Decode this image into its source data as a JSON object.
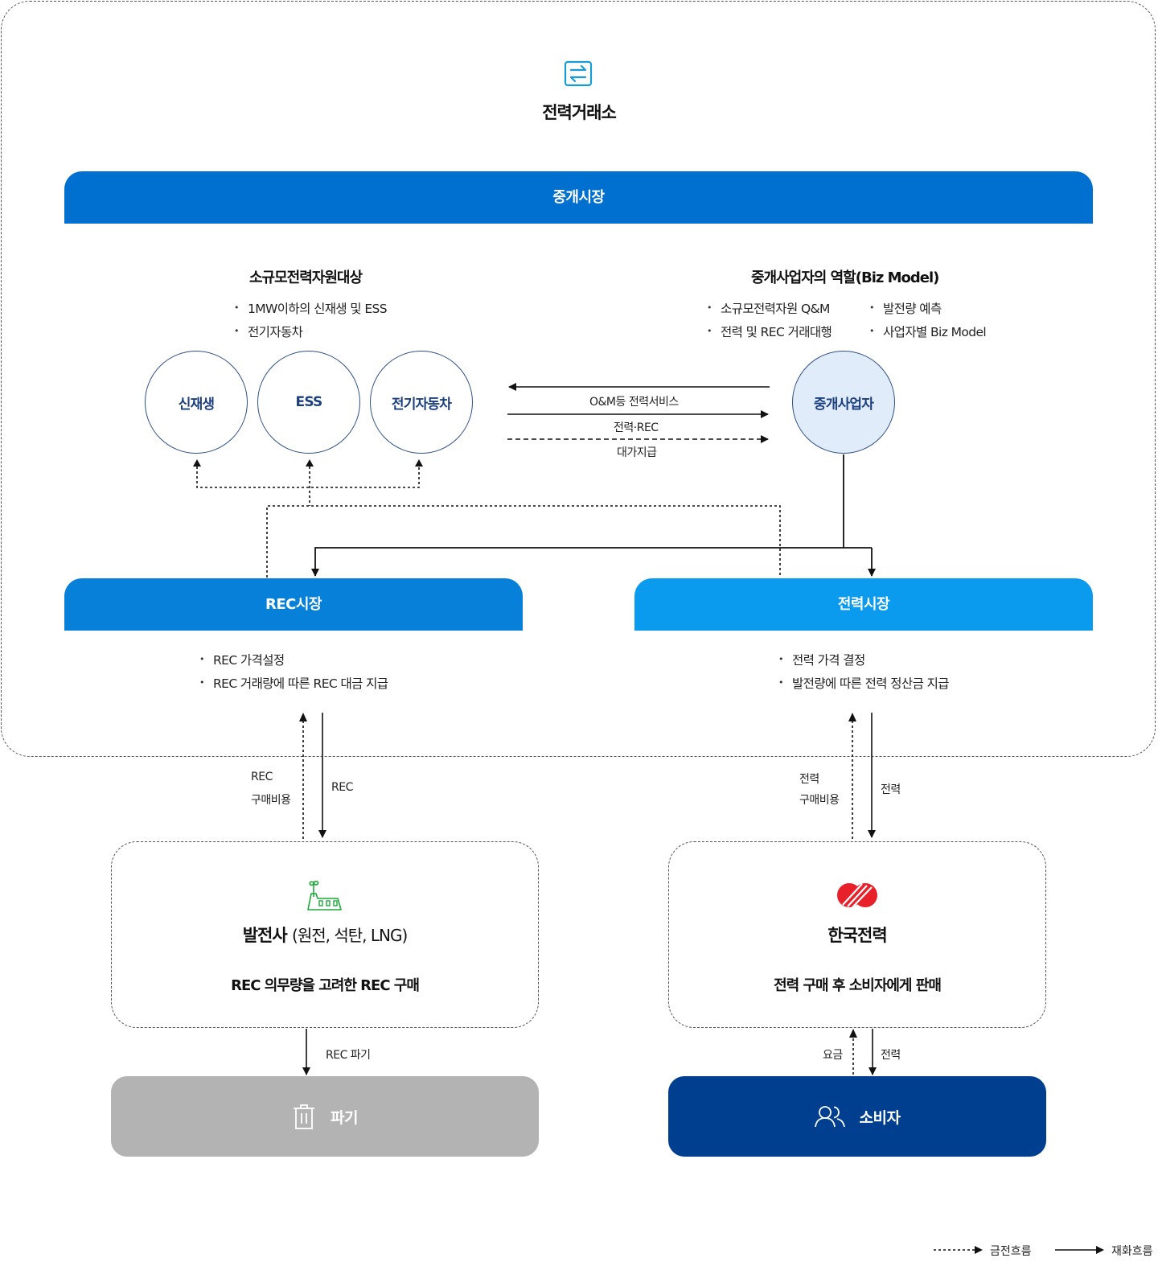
{
  "exchange": {
    "title": "전력거래소",
    "icon": "exchange-arrows-icon"
  },
  "brokerage_market": {
    "label": "중개시장",
    "color": "#0070d0"
  },
  "small_resources": {
    "title": "소규모전력자원대상",
    "bullets": [
      "1MW이하의 신재생 및 ESS",
      "전기자동차"
    ],
    "circles": [
      "신재생",
      "ESS",
      "전기자동차"
    ]
  },
  "broker_role": {
    "title": "중개사업자의 역할(Biz Model)",
    "bullets_left": [
      "소규모전력자원 Q&M",
      "전력 및 REC 거래대행"
    ],
    "bullets_right": [
      "발전량 예측",
      "사업자별 Biz Model"
    ],
    "circle": "중개사업자"
  },
  "flows_middle": {
    "service": "O&M등 전력서비스",
    "power_rec": "전력·REC",
    "payment": "대가지급"
  },
  "rec_market": {
    "label": "REC시장",
    "color": "#0680d8",
    "bullets": [
      "REC 가격설정",
      "REC 거래량에 따른 REC 대금 지급"
    ]
  },
  "power_market": {
    "label": "전력시장",
    "color": "#0a9bef",
    "bullets": [
      "전력 가격 결정",
      "발전량에 따른 전력 정산금 지급"
    ]
  },
  "flows_lower": {
    "rec_cost_line1": "REC",
    "rec_cost_line2": "구매비용",
    "rec": "REC",
    "power_cost_line1": "전력",
    "power_cost_line2": "구매비용",
    "power": "전력",
    "rec_disposal": "REC 파기",
    "fee": "요금",
    "power2": "전력"
  },
  "generator": {
    "icon": "power-plant-icon",
    "title": "발전사",
    "title_paren": "(원전, 석탄,  LNG)",
    "desc": "REC 의무량을 고려한 REC 구매"
  },
  "kepco": {
    "icon": "kepco-logo-icon",
    "title": "한국전력",
    "desc": "전력 구매 후 소비자에게 판매"
  },
  "disposal": {
    "label": "파기",
    "icon": "trash-icon",
    "color": "#b3b3b3"
  },
  "consumer": {
    "label": "소비자",
    "icon": "users-icon",
    "color": "#003f8f"
  },
  "legend": {
    "money_flow": "금전흐름",
    "goods_flow": "재화흐름"
  }
}
